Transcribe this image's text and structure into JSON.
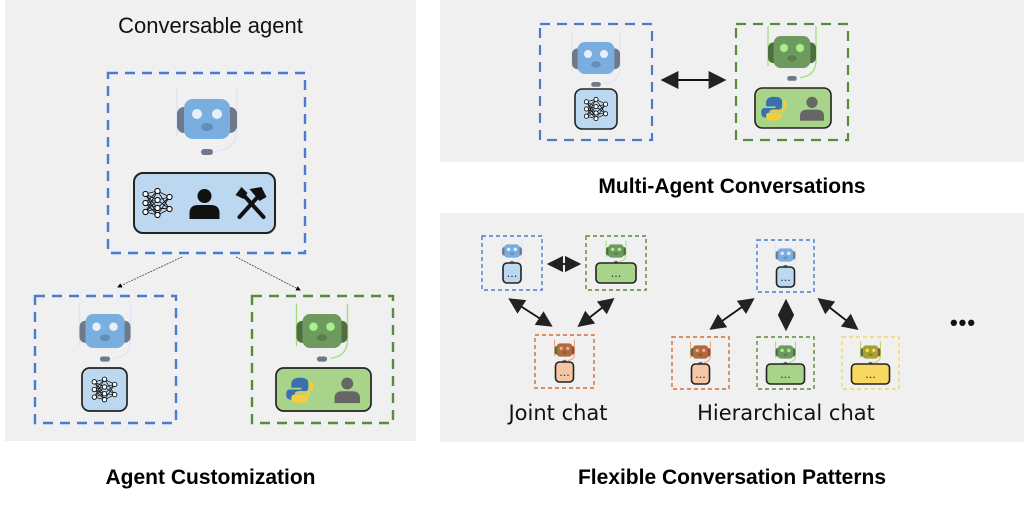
{
  "colors": {
    "panel_bg": "#f0f0f0",
    "blue": "#4a7bd0",
    "green": "#5a8a3a",
    "orange": "#d07030",
    "yellow": "#f0d860",
    "robot_blue": "#7aaee0",
    "robot_green": "#6e9a5e",
    "robot_orange": "#b06a40",
    "robot_yellow": "#a8a030",
    "card_blue": "#bcd8f0",
    "card_green": "#a8d48a",
    "card_orange": "#f5c6a5",
    "card_yellow": "#f8d860"
  },
  "agent_customization": {
    "subtitle": "Conversable agent",
    "caption": "Agent Customization",
    "main_agent": {
      "color": "blue",
      "capabilities": [
        "neural-network-icon",
        "human-icon",
        "tools-icon"
      ]
    },
    "children": [
      {
        "color": "blue",
        "capabilities": [
          "neural-network-icon"
        ]
      },
      {
        "color": "green",
        "capabilities": [
          "python-icon",
          "human-icon"
        ]
      }
    ]
  },
  "multi_agent": {
    "caption": "Multi-Agent Conversations",
    "agents": [
      {
        "color": "blue",
        "capabilities": [
          "neural-network-icon"
        ]
      },
      {
        "color": "green",
        "capabilities": [
          "python-icon",
          "human-icon"
        ]
      }
    ],
    "connection": "bidirectional-arrow"
  },
  "patterns": {
    "caption": "Flexible Conversation Patterns",
    "joint_chat": {
      "label": "Joint chat",
      "agents": [
        "blue",
        "green",
        "orange"
      ],
      "card_text": "..."
    },
    "hierarchical_chat": {
      "label": "Hierarchical chat",
      "agents": [
        "blue",
        "orange",
        "green",
        "yellow"
      ],
      "card_text": "..."
    },
    "more": "•••"
  }
}
